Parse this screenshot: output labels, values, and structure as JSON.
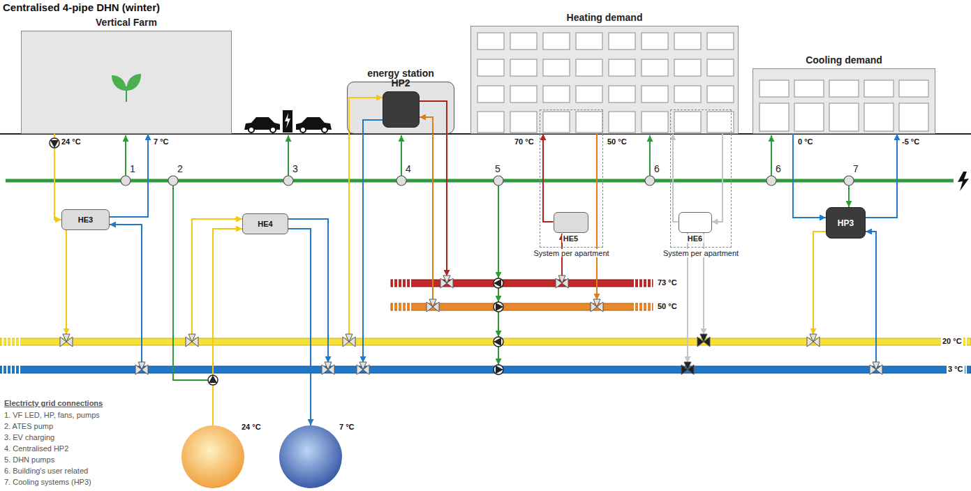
{
  "diagram": {
    "title": "Centralised 4-pipe DHN (winter)",
    "nodes": [
      {
        "text": [
          "Vertical Farm"
        ]
      },
      {
        "text": [
          "energy station"
        ]
      },
      {
        "text": [
          "HP2"
        ],
        "in": 1
      },
      {
        "text": [
          "Heating demand"
        ]
      },
      {
        "text": [
          "Cooling demand"
        ]
      },
      {
        "text": [
          "HE3"
        ]
      },
      {
        "text": [
          "HE4"
        ]
      },
      {
        "text": [
          "System per apartment"
        ]
      },
      {
        "text": [
          "HE5"
        ],
        "in": 7
      },
      {
        "text": [
          "System per apartment"
        ]
      },
      {
        "text": [
          "HE6"
        ],
        "in": 9
      },
      {
        "text": [
          "HP3"
        ]
      },
      {
        "text": [
          "24 °C"
        ]
      },
      {
        "text": [
          "7 °C"
        ]
      }
    ],
    "edges": [
      {
        "from": 0,
        "to": 5,
        "arrow": "to"
      },
      {
        "from": 5,
        "to": 0,
        "arrow": "to"
      },
      {
        "from": 12,
        "to": 6,
        "arrow": "to"
      },
      {
        "from": 6,
        "to": 13,
        "arrow": "to"
      },
      {
        "from": 8,
        "to": 3,
        "arrow": "to"
      },
      {
        "from": 3,
        "to": 10,
        "arrow": "to"
      },
      {
        "from": 10,
        "to": 3,
        "arrow": "to"
      },
      {
        "from": 4,
        "to": 11,
        "arrow": "to"
      },
      {
        "from": 11,
        "to": 4,
        "arrow": "to"
      }
    ],
    "labels": [
      "24 °C",
      "7 °C",
      "1",
      "2",
      "3",
      "4",
      "5",
      "70 °C",
      "50 °C",
      "6",
      "6",
      "0 °C",
      "7",
      "-5 °C",
      "73 °C",
      "50 °C",
      "20 °C",
      "3 °C",
      "Electricty grid connections",
      "1. VF LED, HP, fans, pumps",
      "2. ATES pump",
      "3. EV charging",
      "4. Centralised HP2",
      "5. DHN pumps",
      "6. Building's user related",
      "7. Cooling systems (HP3)"
    ]
  }
}
